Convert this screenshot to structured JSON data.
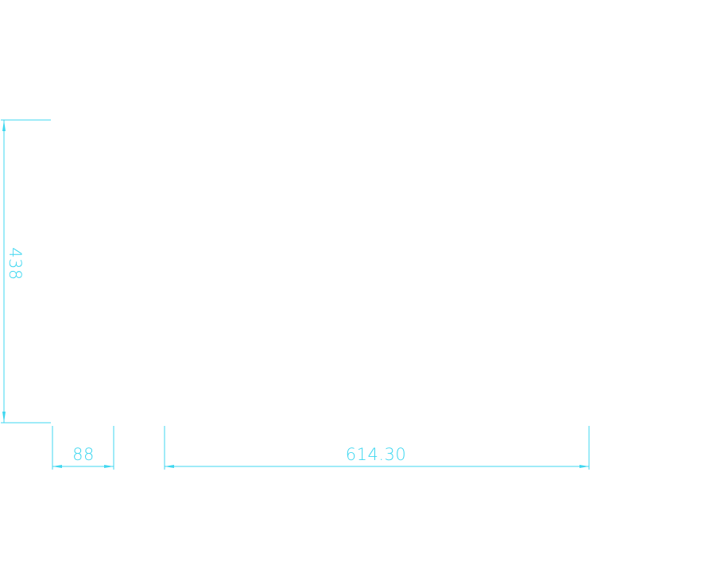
{
  "colors": {
    "dimension": "#3fd7f0",
    "background": "#ffffff"
  },
  "dimensions": {
    "height": {
      "value": "438",
      "orientation": "vertical"
    },
    "width_small": {
      "value": "88",
      "orientation": "horizontal"
    },
    "width_large": {
      "value": "614.30",
      "orientation": "horizontal"
    }
  }
}
